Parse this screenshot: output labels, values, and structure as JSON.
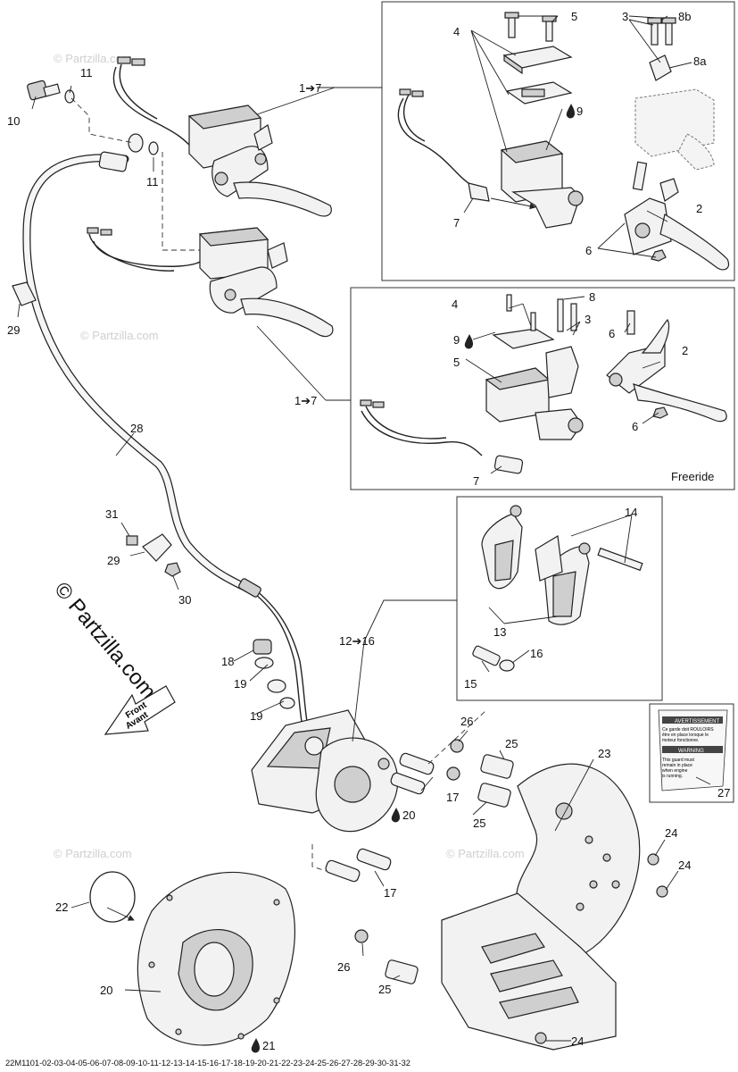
{
  "watermark": "© Partzilla.com",
  "footer_code": "22M1101-02-03-04-05-06-07-08-09-10-11-12-13-14-15-16-17-18-19-20-21-22-23-24-25-26-27-28-29-30-31-32",
  "front_arrow": {
    "line1": "Front",
    "line2": "Avant"
  },
  "freeride_label": "Freeride",
  "callouts": {
    "c1_7_top": "1➔7",
    "c1_7_mid": "1➔7",
    "c12_16": "12➔16",
    "n2a": "2",
    "n2b": "2",
    "n3a": "3",
    "n3b": "3",
    "n4a": "4",
    "n4b": "4",
    "n5a": "5",
    "n5b": "5",
    "n6a": "6",
    "n6b": "6",
    "n6c": "6",
    "n7a": "7",
    "n7b": "7",
    "n8": "8",
    "n8a": "8a",
    "n8b": "8b",
    "n9a": "9",
    "n9b": "9",
    "n10": "10",
    "n11a": "11",
    "n11b": "11",
    "n13": "13",
    "n14": "14",
    "n15": "15",
    "n16": "16",
    "n17a": "17",
    "n17b": "17",
    "n18": "18",
    "n19a": "19",
    "n19b": "19",
    "n20a": "20",
    "n20b": "20",
    "n21": "21",
    "n22": "22",
    "n23": "23",
    "n24a": "24",
    "n24b": "24",
    "n24c": "24",
    "n25a": "25",
    "n25b": "25",
    "n25c": "25",
    "n26a": "26",
    "n26b": "26",
    "n27": "27",
    "n28": "28",
    "n29a": "29",
    "n29b": "29",
    "n30": "30",
    "n31": "31"
  },
  "warning_label": {
    "header1": "AVERTISSEMENT",
    "line1": "Ce garde doit ROULOIRS",
    "line2": "être en place lorsque le",
    "line3": "moteur fonctionne.",
    "header2": "WARNING",
    "line4": "This guard must",
    "line5": "remain in place",
    "line6": "when engine",
    "line7": "is running."
  },
  "colors": {
    "ink": "#222222",
    "part_fill": "#f2f2f2",
    "part_shade": "#cfcfcf",
    "watermark": "#cfcfcf"
  },
  "icons": {
    "fluid": "fluid-drop-icon",
    "arrow": "callout-arrow-icon"
  }
}
